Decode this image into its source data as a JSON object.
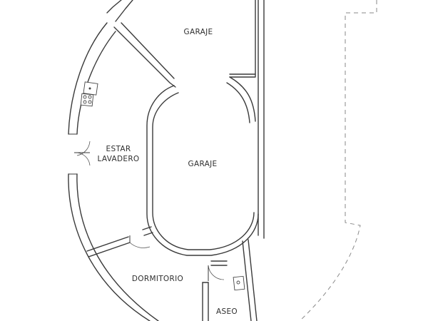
{
  "rooms": {
    "garage_top": "GARAJE",
    "garage_center": "GARAJE",
    "estar_line1": "ESTAR",
    "estar_line2": "LAVADERO",
    "dormitorio": "DORMITORIO",
    "aseo": "ASEO"
  },
  "colors": {
    "wall": "#3a3a3a",
    "dashed_outline": "#8a8a8a",
    "background": "#ffffff"
  },
  "icons": [
    "sink-icon",
    "stove-icon",
    "washbasin-icon",
    "door-swing-icon"
  ]
}
